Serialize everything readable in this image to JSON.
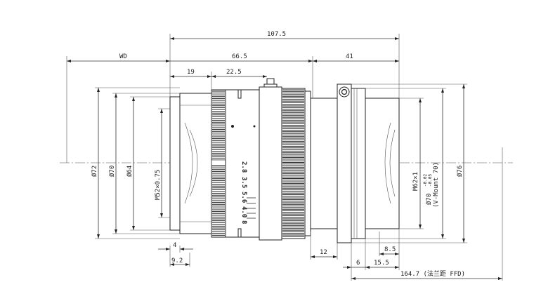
{
  "dimensions": {
    "total_length": "107.5",
    "working_distance": "WD",
    "front_to_mount": "66.5",
    "mount_length": "41",
    "front_19": "19",
    "front_22_5": "22.5",
    "dia_72": "Ø72",
    "dia_70": "Ø70",
    "dia_64": "Ø64",
    "thread_m52": "M52×0.75",
    "thread_m62": "M62×1",
    "dia_70_mount": "Ø70",
    "tol_upper": "-0.02",
    "tol_lower": "-0.05",
    "v_mount": "(V-Mount 70)",
    "dia_76": "Ø76",
    "front_4": "4",
    "front_9_2": "9.2",
    "rear_12": "12",
    "rear_8_5": "8.5",
    "rear_6": "6",
    "rear_15_5": "15.5",
    "ffd": "164.7 (法兰距 FFD)"
  },
  "aperture_scale": [
    "2.8",
    "3.5",
    "5.6",
    "4.0",
    "8"
  ],
  "colors": {
    "line": "#222222",
    "background": "#ffffff"
  }
}
